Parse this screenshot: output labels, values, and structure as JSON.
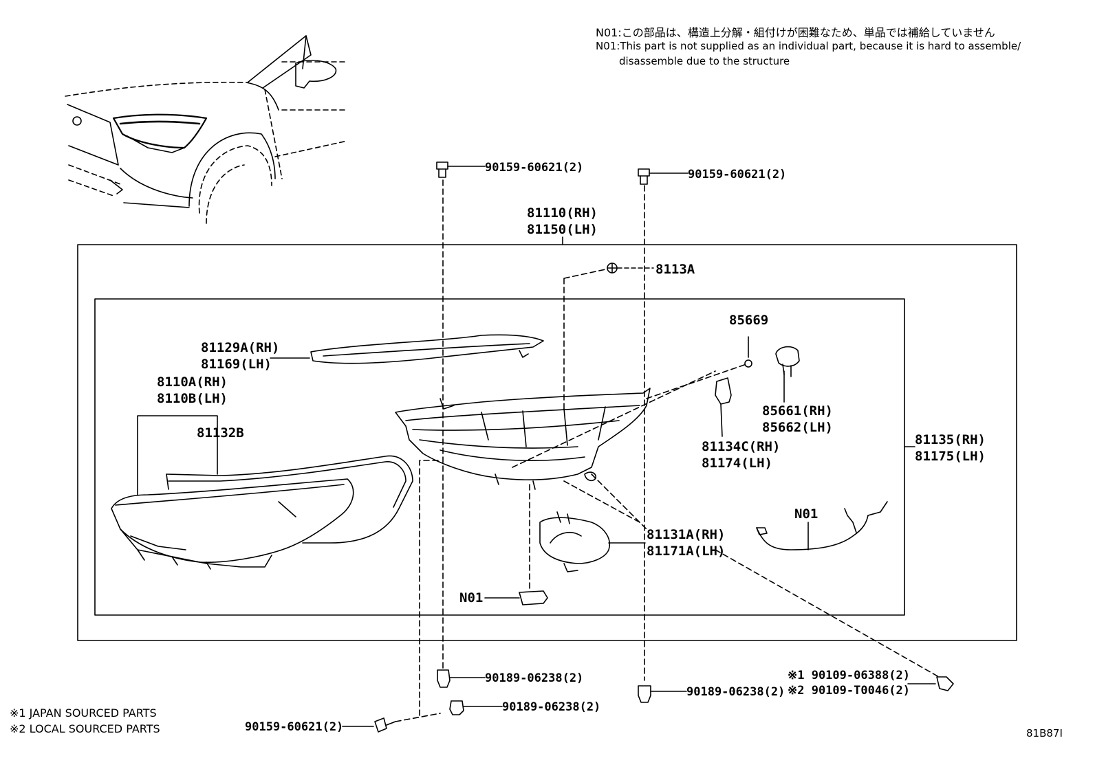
{
  "notes": {
    "jp": "N01:この部品は、構造上分解・組付けが困難なため、単品では補給していません",
    "en_1": "N01:This part is not supplied as an individual part, because it is hard to assemble/",
    "en_2": "disassemble due to the structure"
  },
  "labels": {
    "bolt_top_left": "90159-60621(2)",
    "bolt_top_right": "90159-60621(2)",
    "assy_rh": "81110(RH)",
    "assy_lh": "81150(LH)",
    "p8113a": "8113A",
    "p85669": "85669",
    "p81129a_rh": "81129A(RH)",
    "p81169_lh": "81169(LH)",
    "p8110a_rh": "8110A(RH)",
    "p8110b_lh": "8110B(LH)",
    "p81132b": "81132B",
    "p85661_rh": "85661(RH)",
    "p85662_lh": "85662(LH)",
    "p81135_rh": "81135(RH)",
    "p81175_lh": "81175(LH)",
    "p81134c_rh": "81134C(RH)",
    "p81174_lh": "81174(LH)",
    "n01_harness": "N01",
    "p81131a_rh": "81131A(RH)",
    "p81171a_lh": "81171A(LH)",
    "n01_module": "N01",
    "clip_bottom_left": "90189-06238(2)",
    "clip_bottom_right": "90189-06238(2)",
    "clip_bottom_mid": "90189-06238(2)",
    "screw_1": "※1 90109-06388(2)",
    "screw_2": "※2 90109-T0046(2)",
    "bolt_bottom": "90159-60621(2)"
  },
  "legend": {
    "line_1": "※1 JAPAN SOURCED PARTS",
    "line_2": "※2 LOCAL SOURCED PARTS"
  },
  "diagram_code": "81B87I"
}
